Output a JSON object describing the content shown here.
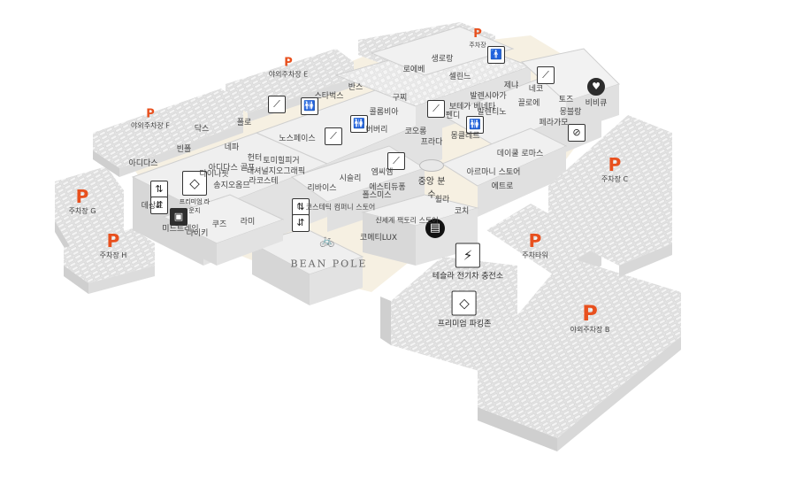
{
  "map": {
    "parking": [
      {
        "id": "g",
        "label": "주차장 G"
      },
      {
        "id": "h",
        "label": "주차장 H"
      },
      {
        "id": "f",
        "label": "야외주차장 F"
      },
      {
        "id": "e",
        "label": "야외주차장 E"
      },
      {
        "id": "c",
        "label": "주차장 C"
      },
      {
        "id": "tower",
        "label": "주차타워"
      },
      {
        "id": "b",
        "label": "야외주차장 B"
      },
      {
        "id": "top",
        "label": "주차장"
      }
    ],
    "facilities": {
      "fountain": "중앙 분수",
      "tesla": "테슬라 전기차 충전소",
      "premium": "프리미엄 파킹존",
      "premium_small": "프리미엄 라운지",
      "bus": "버스",
      "bean_pole": "BEAN POLE"
    },
    "stores": [
      {
        "id": "adidas",
        "label": "아디다스"
      },
      {
        "id": "descente",
        "label": "데상트"
      },
      {
        "id": "mitre",
        "label": "미드트레인"
      },
      {
        "id": "nike",
        "label": "나이키"
      },
      {
        "id": "adidas_golf",
        "label": "아디다스 골프"
      },
      {
        "id": "daniel",
        "label": "다이나핏"
      },
      {
        "id": "sonyo",
        "label": "송지오옴므"
      },
      {
        "id": "kuzu",
        "label": "쿠즈"
      },
      {
        "id": "dakseu",
        "label": "닥스"
      },
      {
        "id": "hdha",
        "label": "헌터"
      },
      {
        "id": "lamy",
        "label": "라미"
      },
      {
        "id": "nexan",
        "label": "네파"
      },
      {
        "id": "nbeo",
        "label": "내셔널지오그래픽"
      },
      {
        "id": "the_north",
        "label": "노스페이스"
      },
      {
        "id": "lacoste",
        "label": "라코스테"
      },
      {
        "id": "tommy",
        "label": "토미힐피거"
      },
      {
        "id": "bean",
        "label": "빈폴"
      },
      {
        "id": "polo",
        "label": "폴로"
      },
      {
        "id": "lapl",
        "label": "리바이스"
      },
      {
        "id": "sisley",
        "label": "시슬리"
      },
      {
        "id": "the_costa",
        "label": "더 코스테틱 컴퍼니 스토어"
      },
      {
        "id": "mbop",
        "label": "에스티듀퐁"
      },
      {
        "id": "ralph",
        "label": "폴스미스"
      },
      {
        "id": "mcm",
        "label": "엠씨엠"
      },
      {
        "id": "coach",
        "label": "코치"
      },
      {
        "id": "fila",
        "label": "휠라"
      },
      {
        "id": "kolon",
        "label": "코오롱"
      },
      {
        "id": "theisu",
        "label": "데이쿨 로마스"
      },
      {
        "id": "aspen",
        "label": "아르마니 스토어"
      },
      {
        "id": "etro",
        "label": "에트로"
      },
      {
        "id": "cheonggye",
        "label": "신세계 팩토리 스토어"
      },
      {
        "id": "cometlux",
        "label": "코메티LUX"
      },
      {
        "id": "burberry",
        "label": "버버리"
      },
      {
        "id": "gucci",
        "label": "구찌"
      },
      {
        "id": "prada",
        "label": "프라다"
      },
      {
        "id": "mcqueen",
        "label": "몽클레르"
      },
      {
        "id": "balenciaga",
        "label": "발렌시아가"
      },
      {
        "id": "zegna",
        "label": "제냐"
      },
      {
        "id": "fendi",
        "label": "펜디"
      },
      {
        "id": "bottega",
        "label": "보테가 베네타"
      },
      {
        "id": "loewe",
        "label": "로에베"
      },
      {
        "id": "ysl",
        "label": "생로랑"
      },
      {
        "id": "celine",
        "label": "셀린느"
      },
      {
        "id": "chloe",
        "label": "끌로에"
      },
      {
        "id": "valentino",
        "label": "발렌티노"
      },
      {
        "id": "moncler",
        "label": "몽블랑"
      },
      {
        "id": "tods",
        "label": "토즈"
      },
      {
        "id": "ferragamo",
        "label": "페라가모"
      },
      {
        "id": "vans",
        "label": "반스"
      },
      {
        "id": "kolg",
        "label": "콜롬비아"
      },
      {
        "id": "neco",
        "label": "네코"
      },
      {
        "id": "bbq",
        "label": "비비큐"
      },
      {
        "id": "starbucks",
        "label": "스타벅스"
      }
    ]
  }
}
